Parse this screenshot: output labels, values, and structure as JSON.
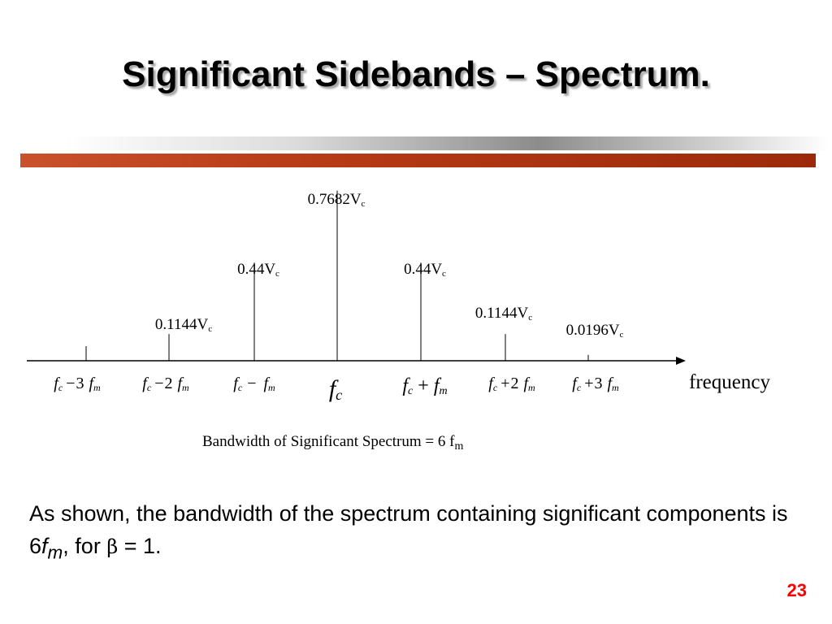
{
  "slide": {
    "title": "Significant Sidebands – Spectrum.",
    "page_number": "23",
    "accent_color": "#b53a16",
    "page_number_color": "#ff0000"
  },
  "diagram": {
    "lines": [
      {
        "label_value": "0.1144V",
        "label_sub": "c",
        "amplitude": 0.1144
      },
      {
        "label_value": "0.44V",
        "label_sub": "c",
        "amplitude": 0.44
      },
      {
        "label_value": "0.7682V",
        "label_sub": "c",
        "amplitude": 0.7682
      },
      {
        "label_value": "0.44V",
        "label_sub": "c",
        "amplitude": 0.44
      },
      {
        "label_value": "0.1144V",
        "label_sub": "c",
        "amplitude": 0.1144
      },
      {
        "label_value": "0.0196V",
        "label_sub": "c",
        "amplitude": 0.0196
      }
    ],
    "freq_labels": [
      {
        "f": "f",
        "c": "c",
        "op": "−",
        "n": "3",
        "fm": "f",
        "m": "m"
      },
      {
        "f": "f",
        "c": "c",
        "op": "−",
        "n": "2",
        "fm": "f",
        "m": "m"
      },
      {
        "f": "f",
        "c": "c",
        "op": "−",
        "n": "",
        "fm": "f",
        "m": "m"
      },
      {
        "f": "f",
        "c": "c"
      },
      {
        "f": "f",
        "c": "c",
        "op": "+",
        "n": "",
        "fm": "f",
        "m": "m"
      },
      {
        "f": "f",
        "c": "c",
        "op": "+",
        "n": "2",
        "fm": "f",
        "m": "m"
      },
      {
        "f": "f",
        "c": "c",
        "op": "+",
        "n": "3",
        "fm": "f",
        "m": "m"
      }
    ],
    "axis_label": "frequency",
    "bandwidth_text": "Bandwidth of Significant Spectrum = 6 f",
    "bandwidth_sub": "m"
  },
  "body": {
    "text_1": "As shown, the bandwidth of the spectrum containing significant components is 6",
    "f": "f",
    "m": "m",
    "text_2": ", for ",
    "beta": "β",
    "text_3": " = 1."
  }
}
